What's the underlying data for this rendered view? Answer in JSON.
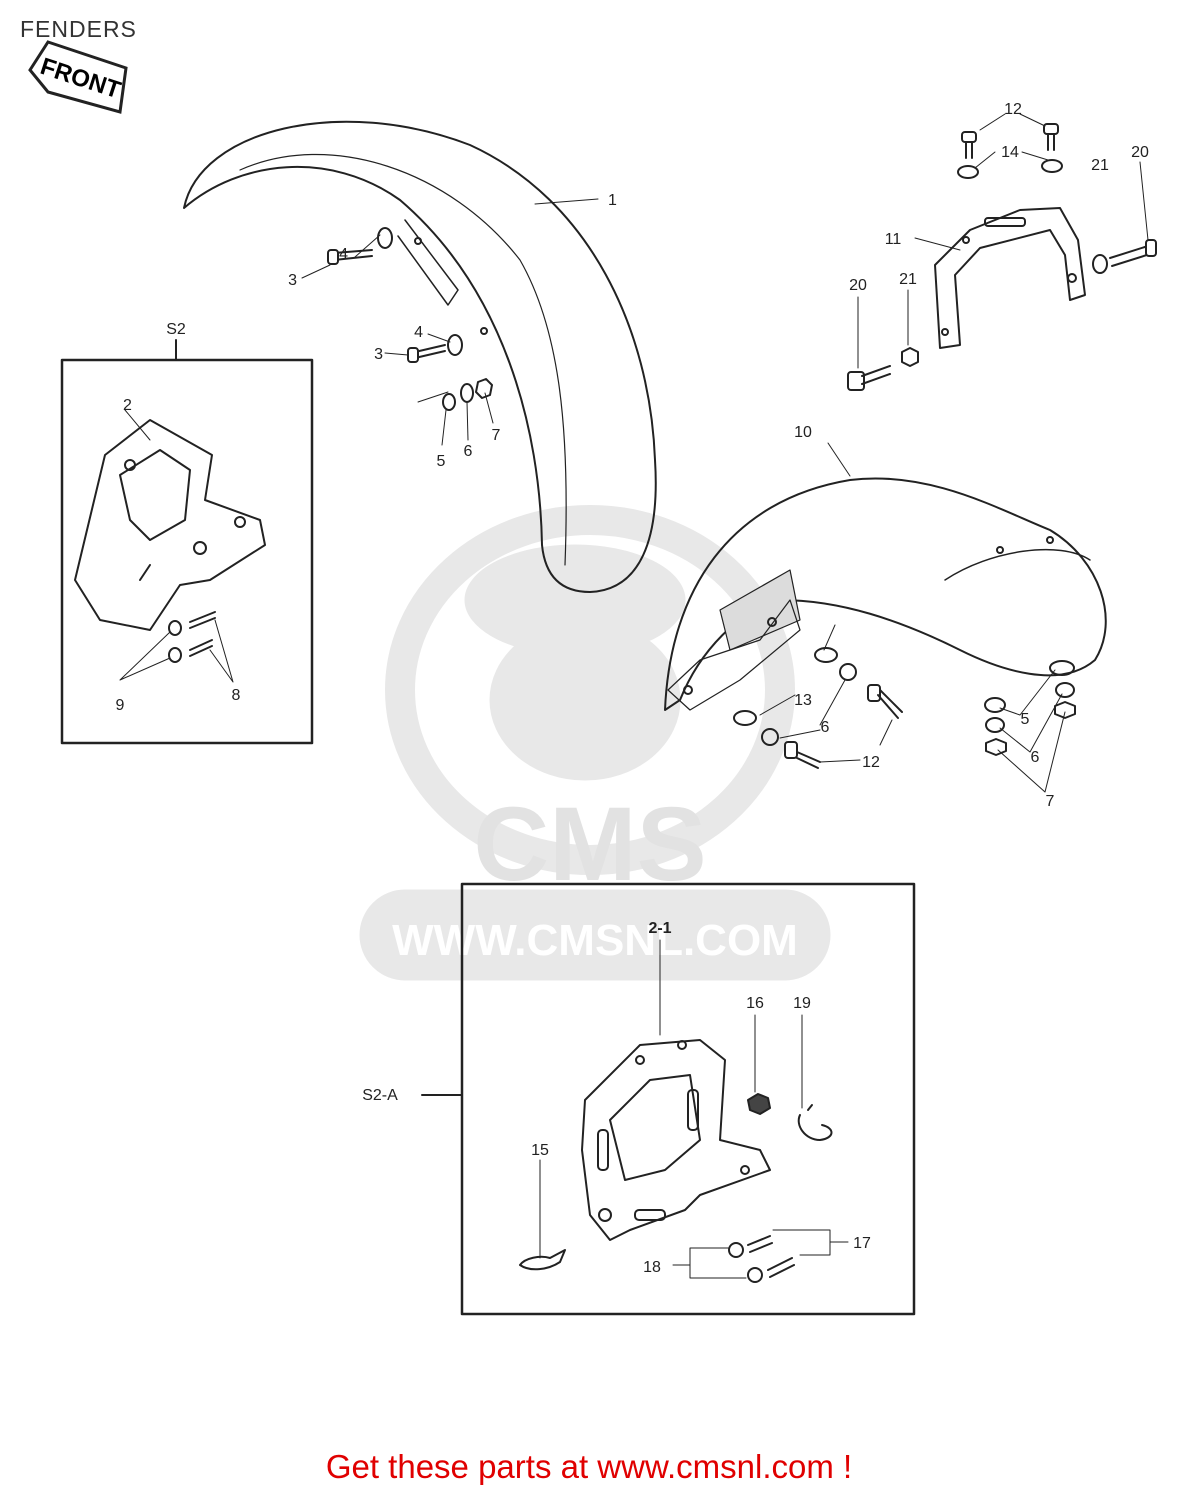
{
  "page": {
    "title": "FENDERS"
  },
  "front_arrow": {
    "label": "FRONT"
  },
  "watermark": {
    "logo": "CMS",
    "url": "WWW.CMSNL.COM"
  },
  "insets": [
    {
      "id": "S2",
      "label": "S2"
    },
    {
      "id": "S2-A",
      "label": "S2-A"
    }
  ],
  "callouts": [
    {
      "id": "front-fender",
      "text": "1"
    },
    {
      "id": "bracket-s2",
      "text": "2"
    },
    {
      "id": "bolt-3a",
      "text": "3"
    },
    {
      "id": "bolt-3b",
      "text": "3"
    },
    {
      "id": "washer-4a",
      "text": "4"
    },
    {
      "id": "washer-4b",
      "text": "4"
    },
    {
      "id": "washer-5-front",
      "text": "5"
    },
    {
      "id": "lockwasher-6-front",
      "text": "6"
    },
    {
      "id": "nut-7-front",
      "text": "7"
    },
    {
      "id": "bolt-8",
      "text": "8"
    },
    {
      "id": "washer-9",
      "text": "9"
    },
    {
      "id": "rear-fender",
      "text": "10"
    },
    {
      "id": "rear-bracket",
      "text": "11"
    },
    {
      "id": "bolt-12-top",
      "text": "12"
    },
    {
      "id": "washer-14",
      "text": "14"
    },
    {
      "id": "nut-21-top",
      "text": "21"
    },
    {
      "id": "bolt-20-right",
      "text": "20"
    },
    {
      "id": "bolt-20-left",
      "text": "20"
    },
    {
      "id": "nut-21-left",
      "text": "21"
    },
    {
      "id": "washer-13",
      "text": "13"
    },
    {
      "id": "lockwasher-6-rear-left",
      "text": "6"
    },
    {
      "id": "bolt-12-rear",
      "text": "12"
    },
    {
      "id": "washer-5-rear",
      "text": "5"
    },
    {
      "id": "lockwasher-6-rear-right",
      "text": "6"
    },
    {
      "id": "nut-7-rear",
      "text": "7"
    },
    {
      "id": "bracket-s2a",
      "text": "2-1"
    },
    {
      "id": "nut-16",
      "text": "16"
    },
    {
      "id": "clip-19",
      "text": "19"
    },
    {
      "id": "clip-15",
      "text": "15"
    },
    {
      "id": "bolt-17",
      "text": "17"
    },
    {
      "id": "washer-18",
      "text": "18"
    }
  ],
  "footer": {
    "text": "Get these parts at www.cmsnl.com !"
  },
  "colors": {
    "line": "#222222",
    "watermark": "#e6e6e6",
    "footer": "#e00000",
    "title": "#333333"
  }
}
